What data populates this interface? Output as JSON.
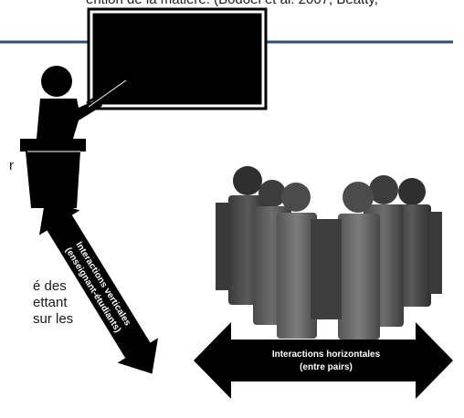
{
  "partial_text": {
    "top_line": "ention de la matière. (Bodoel et al. 2007, Beatty,",
    "fragment_r": "r",
    "fragment_line1": "é des",
    "fragment_line2": "ettant",
    "fragment_line3": "sur les"
  },
  "diagram": {
    "vertical_arrow_label_1": "Interactions verticales",
    "vertical_arrow_label_2": "(enseignant-étudiants)",
    "horizontal_arrow_label_1": "Interactions horizontales",
    "horizontal_arrow_label_2": "(entre pairs)"
  },
  "colors": {
    "rule": "#2f4f7a",
    "board": "#000000",
    "arrow": "#000000",
    "arrow_text": "#ffffff"
  }
}
